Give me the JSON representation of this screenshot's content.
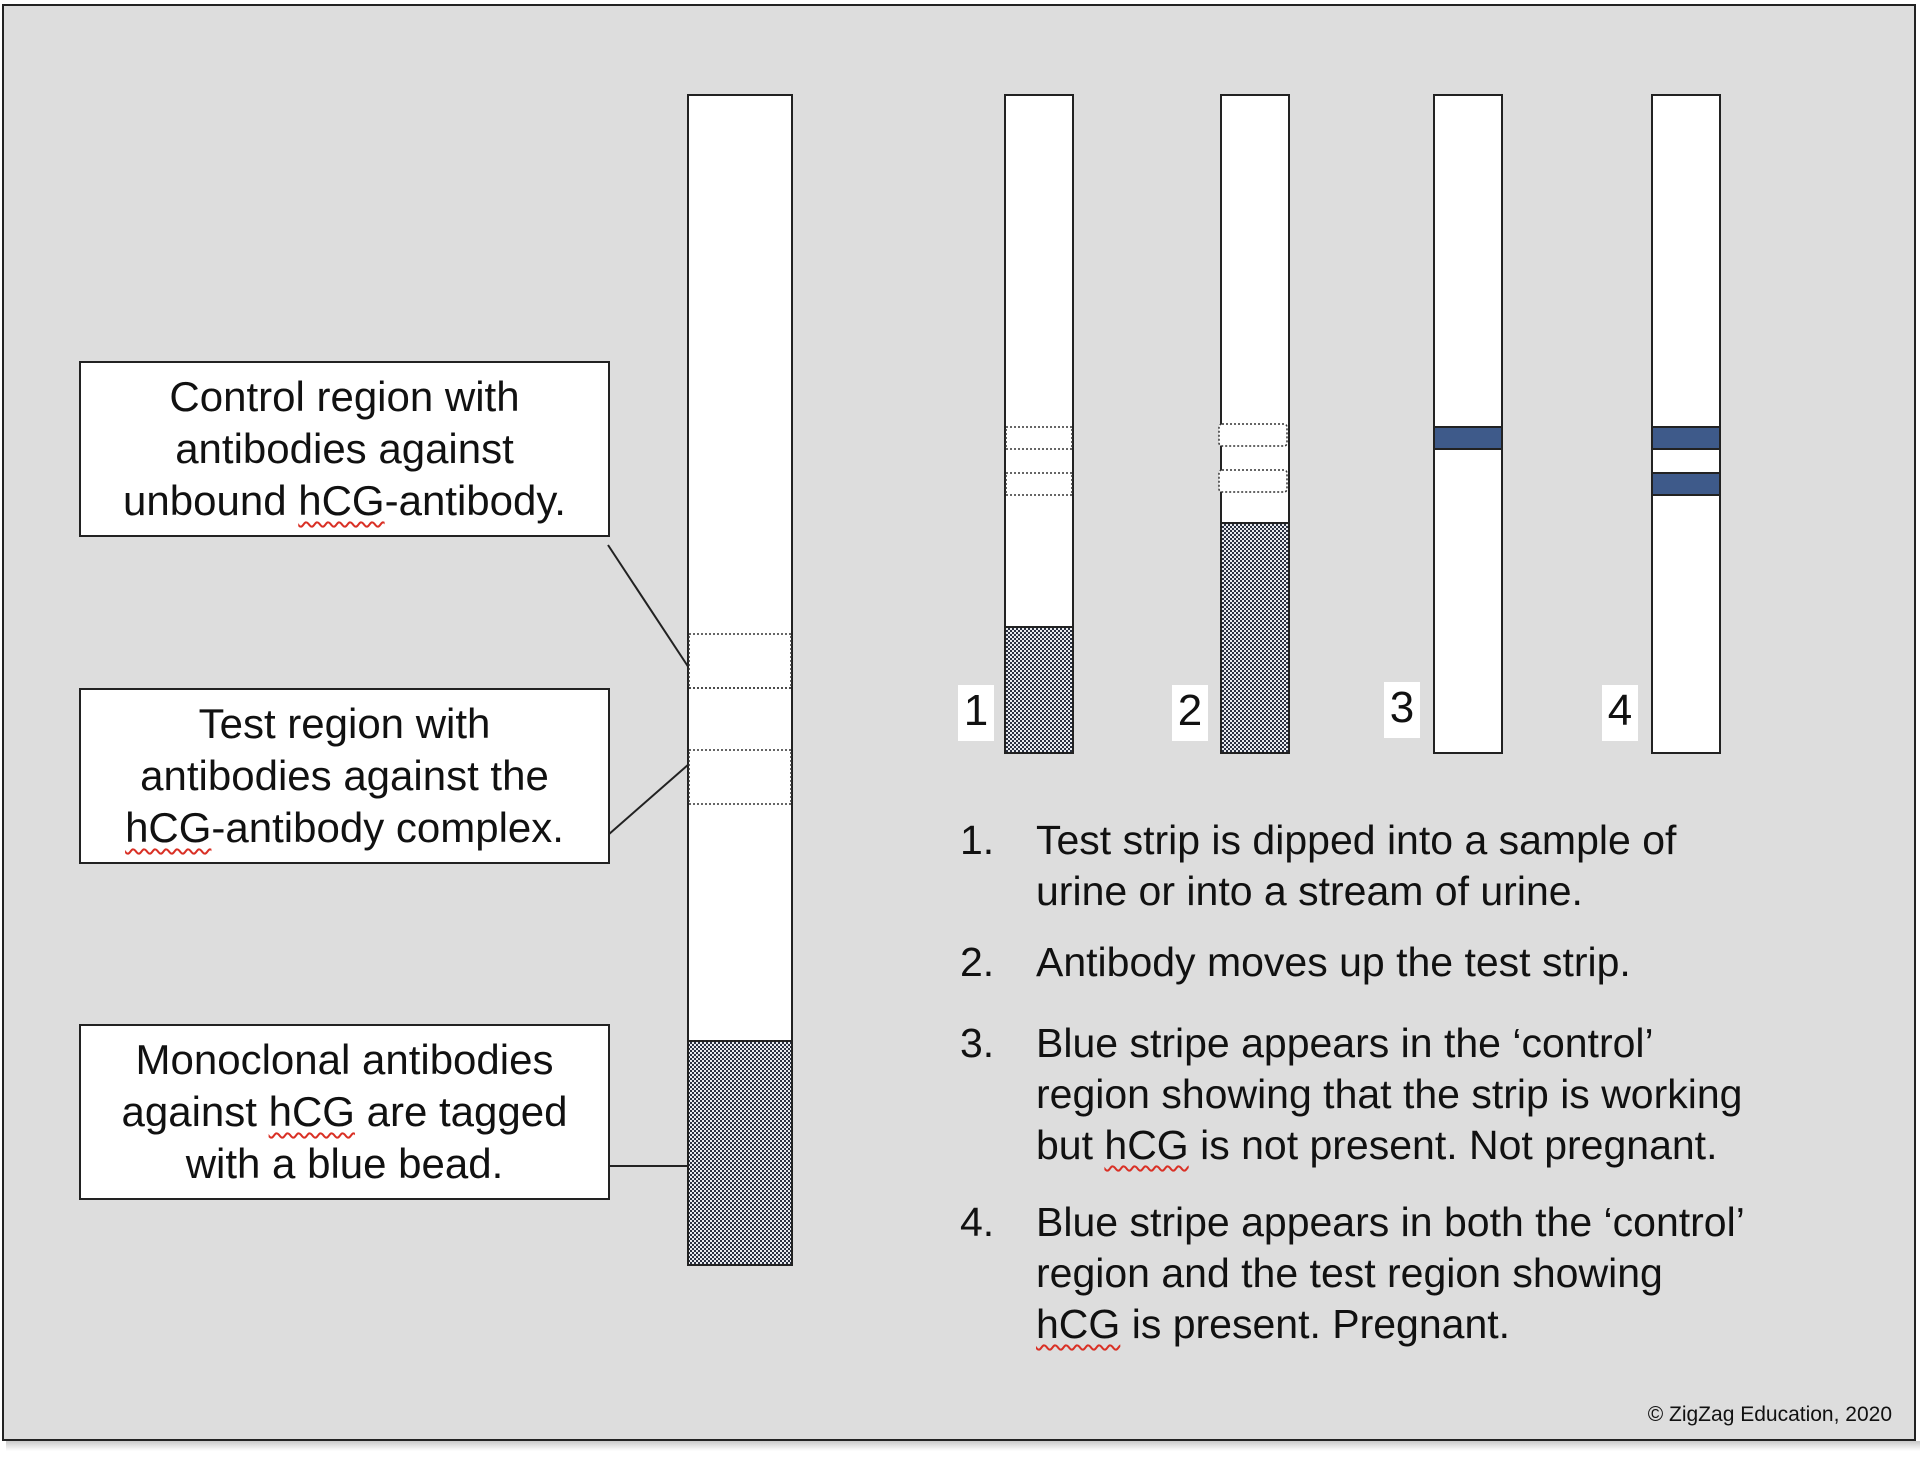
{
  "labels": {
    "control": [
      "Control region with",
      "antibodies against",
      "unbound hCG-antibody."
    ],
    "test": [
      "Test region with",
      "antibodies against the",
      "hCG-antibody complex."
    ],
    "monoclonal": [
      "Monoclonal antibodies",
      "against hCG are tagged",
      "with a blue bead."
    ]
  },
  "strip_numbers": [
    "1",
    "2",
    "3",
    "4"
  ],
  "steps": [
    {
      "number": "1.",
      "lines": [
        "Test strip is dipped into a sample of",
        "urine or into a stream of urine."
      ]
    },
    {
      "number": "2.",
      "lines": [
        "Antibody moves up the test strip."
      ]
    },
    {
      "number": "3.",
      "lines": [
        "Blue stripe appears in the ‘control’",
        "region showing that the strip is working",
        "but hCG is not present. Not pregnant."
      ]
    },
    {
      "number": "4.",
      "lines": [
        "Blue stripe appears in both the ‘control’",
        "region and the test region showing",
        "hCG is present. Pregnant."
      ]
    }
  ],
  "copyright": "© ZigZag Education, 2020",
  "colors": {
    "background": "#dddddd",
    "stripe_blue": "#3e5a8a",
    "antibody_fill": "#9aa0aa"
  }
}
